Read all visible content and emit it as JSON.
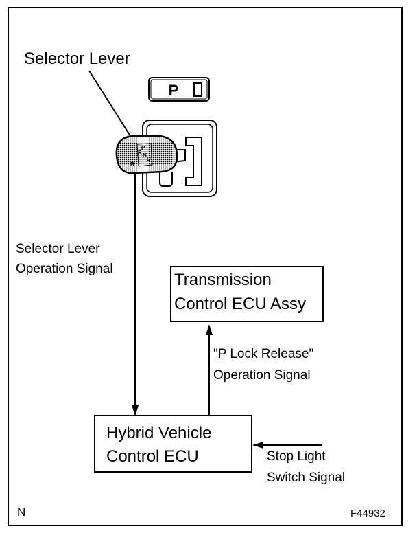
{
  "labels": {
    "selector_lever": "Selector Lever",
    "gear_indicator": "P",
    "selector_signal_line1": "Selector Lever",
    "selector_signal_line2": "Operation Signal",
    "tcu_line1": "Transmission",
    "tcu_line2": "Control ECU Assy",
    "p_lock_line1": "\"P Lock Release\"",
    "p_lock_line2": "Operation Signal",
    "hv_line1": "Hybrid Vehicle",
    "hv_line2": "Control ECU",
    "stop_line1": "Stop Light",
    "stop_line2": "Switch Signal",
    "corner_mark": "N",
    "figure_code": "F44932"
  },
  "knob_letters": [
    "P",
    "R",
    "N",
    "D",
    "B"
  ]
}
